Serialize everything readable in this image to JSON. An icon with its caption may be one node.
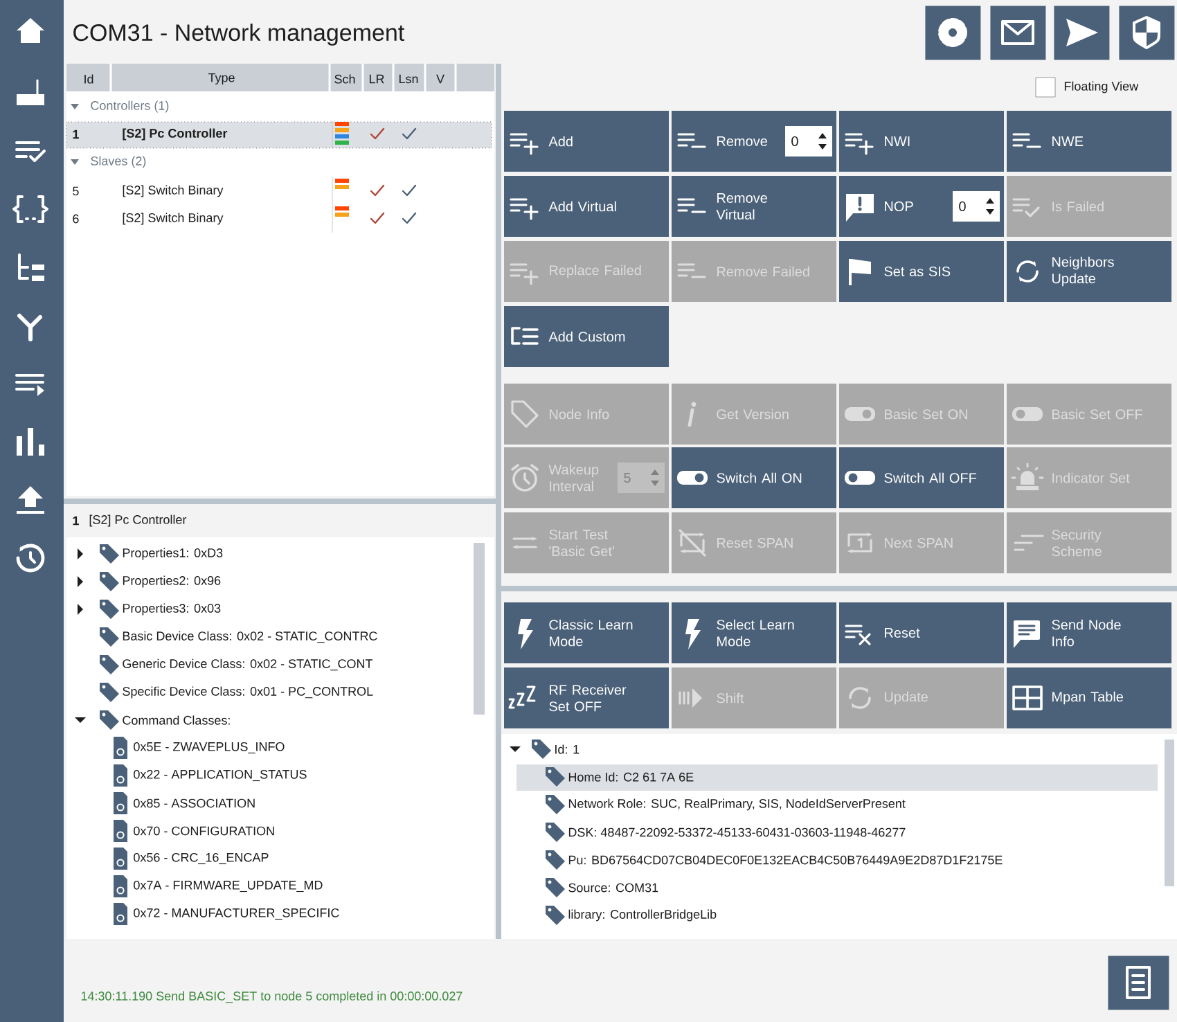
{
  "diagram": {
    "title": "COM31 - Network management",
    "nodes": [
      {
        "text": [],
        "shape": "box"
      },
      {
        "text": [],
        "shape": "box"
      },
      {
        "text": [],
        "shape": "box"
      },
      {
        "text": [],
        "shape": "box"
      },
      {
        "text": [
          "Add"
        ]
      },
      {
        "text": [
          "Remove",
          "0"
        ]
      },
      {
        "text": [
          "NWI"
        ]
      },
      {
        "text": [
          "NWE"
        ]
      },
      {
        "text": [
          "Add Virtual"
        ]
      },
      {
        "text": [
          "Remove Virtual"
        ]
      },
      {
        "text": [
          "NOP",
          "0"
        ]
      },
      {
        "text": [
          "Is Failed"
        ]
      },
      {
        "text": [
          "Replace Failed"
        ]
      },
      {
        "text": [
          "Remove Failed"
        ]
      },
      {
        "text": [
          "Set as SIS"
        ]
      },
      {
        "text": [
          "Neighbors Update"
        ]
      },
      {
        "text": [
          "Add Custom"
        ]
      },
      {
        "text": [
          "Node Info"
        ]
      },
      {
        "text": [
          "Get Version"
        ]
      },
      {
        "text": [
          "Basic Set ON"
        ]
      },
      {
        "text": [
          "Basic Set OFF"
        ]
      },
      {
        "text": [
          "Wakeup Interval",
          "5"
        ]
      },
      {
        "text": [
          "Switch All ON"
        ]
      },
      {
        "text": [
          "Switch All OFF"
        ]
      },
      {
        "text": [
          "Indicator Set"
        ]
      },
      {
        "text": [
          "Start Test 'Basic Get'"
        ]
      },
      {
        "text": [
          "Reset SPAN"
        ]
      },
      {
        "text": [
          "Next SPAN"
        ]
      },
      {
        "text": [
          "Security Scheme"
        ]
      },
      {
        "text": [
          "Classic Learn Mode"
        ]
      },
      {
        "text": [
          "Select Learn Mode"
        ]
      },
      {
        "text": [
          "Reset"
        ]
      },
      {
        "text": [
          "Send Node Info"
        ]
      },
      {
        "text": [
          "RF Receiver Set OFF"
        ]
      },
      {
        "text": [
          "Shift"
        ]
      },
      {
        "text": [
          "Update"
        ]
      },
      {
        "text": [
          "Mpan Table"
        ]
      },
      {
        "text": [],
        "shape": "box"
      }
    ],
    "labels": [
      "Id",
      "Type",
      "Sch",
      "LR",
      "Lsn",
      "V",
      "Controllers (1)",
      "1",
      "[S2] Pc Controller",
      "Slaves (2)",
      "5",
      "[S2] Switch Binary",
      "6",
      "[S2] Switch Binary",
      "Floating View",
      "1",
      "[S2] Pc Controller",
      "Properties1: 0xD3",
      "Properties2: 0x96",
      "Properties3: 0x03",
      "Basic Device Class: 0x02 - STATIC_CONTRC",
      "Generic Device Class: 0x02 - STATIC_CONT",
      "Specific Device Class: 0x01 - PC_CONTROL",
      "Command Classes:",
      "0x5E - ZWAVEPLUS_INFO",
      "0x22 - APPLICATION_STATUS",
      "0x85 - ASSOCIATION",
      "0x70 - CONFIGURATION",
      "0x56 - CRC_16_ENCAP",
      "0x7A - FIRMWARE_UPDATE_MD",
      "0x72 - MANUFACTURER_SPECIFIC",
      "Id: 1",
      "Home Id: C2 61 7A 6E",
      "Network Role: SUC, RealPrimary, SIS, NodeIdServerPresent",
      "DSK: 48487-22092-53372-45133-60431-03603-11948-46277",
      "Pu: BD67564CD07CB04DEC0F0E132EACB4C50B76449A9E2D87D1F2175E",
      "Source: COM31",
      "library: ControllerBridgeLib",
      "14:30:11.190 Send BASIC_SET to node 5 completed in 00:00:00.027"
    ]
  }
}
